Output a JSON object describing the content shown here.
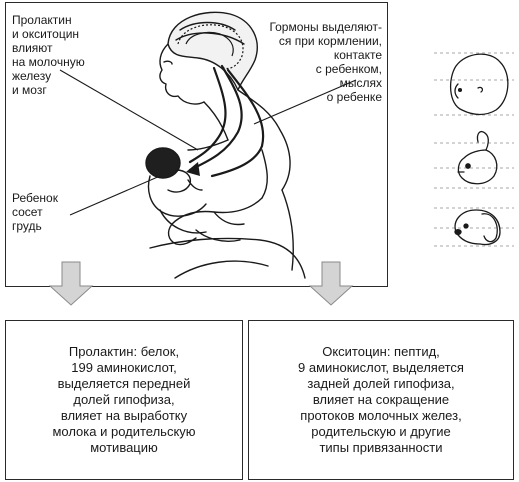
{
  "labels": {
    "hormones_brain": "Пролактин\nи окситоцин\nвлияют\nна молочную\nжелезу\nи мозг",
    "hormones_released": "Гормоны выделяют-\nся при кормлении,\nконтакте\nс ребенком,\nмыслях\nо ребенке",
    "baby_suckles": "Ребенок\nсосет\nгрудь"
  },
  "boxes": {
    "prolactin": "Пролактин: белок,\n199 аминокислот,\nвыделяется передней\nдолей гипофиза,\nвлияет на выработку\nмолока и родительскую\nмотивацию",
    "oxytocin": "Окситоцин: пептид,\n9 аминокислот, выделяется\nзадней долей гипофиза,\nвлияет на сокращение\nпротоков молочных желез,\nродительскую и другие\nтипы привязанности"
  },
  "colors": {
    "line": "#1a1a1a",
    "arrow_fill": "#d4d4d4",
    "arrow_stroke": "#8a8a8a",
    "guide": "#8a8a8a"
  },
  "icons": [
    "mother-nursing-illustration",
    "human-infant-head-icon",
    "bunny-head-icon",
    "puppy-head-icon"
  ]
}
